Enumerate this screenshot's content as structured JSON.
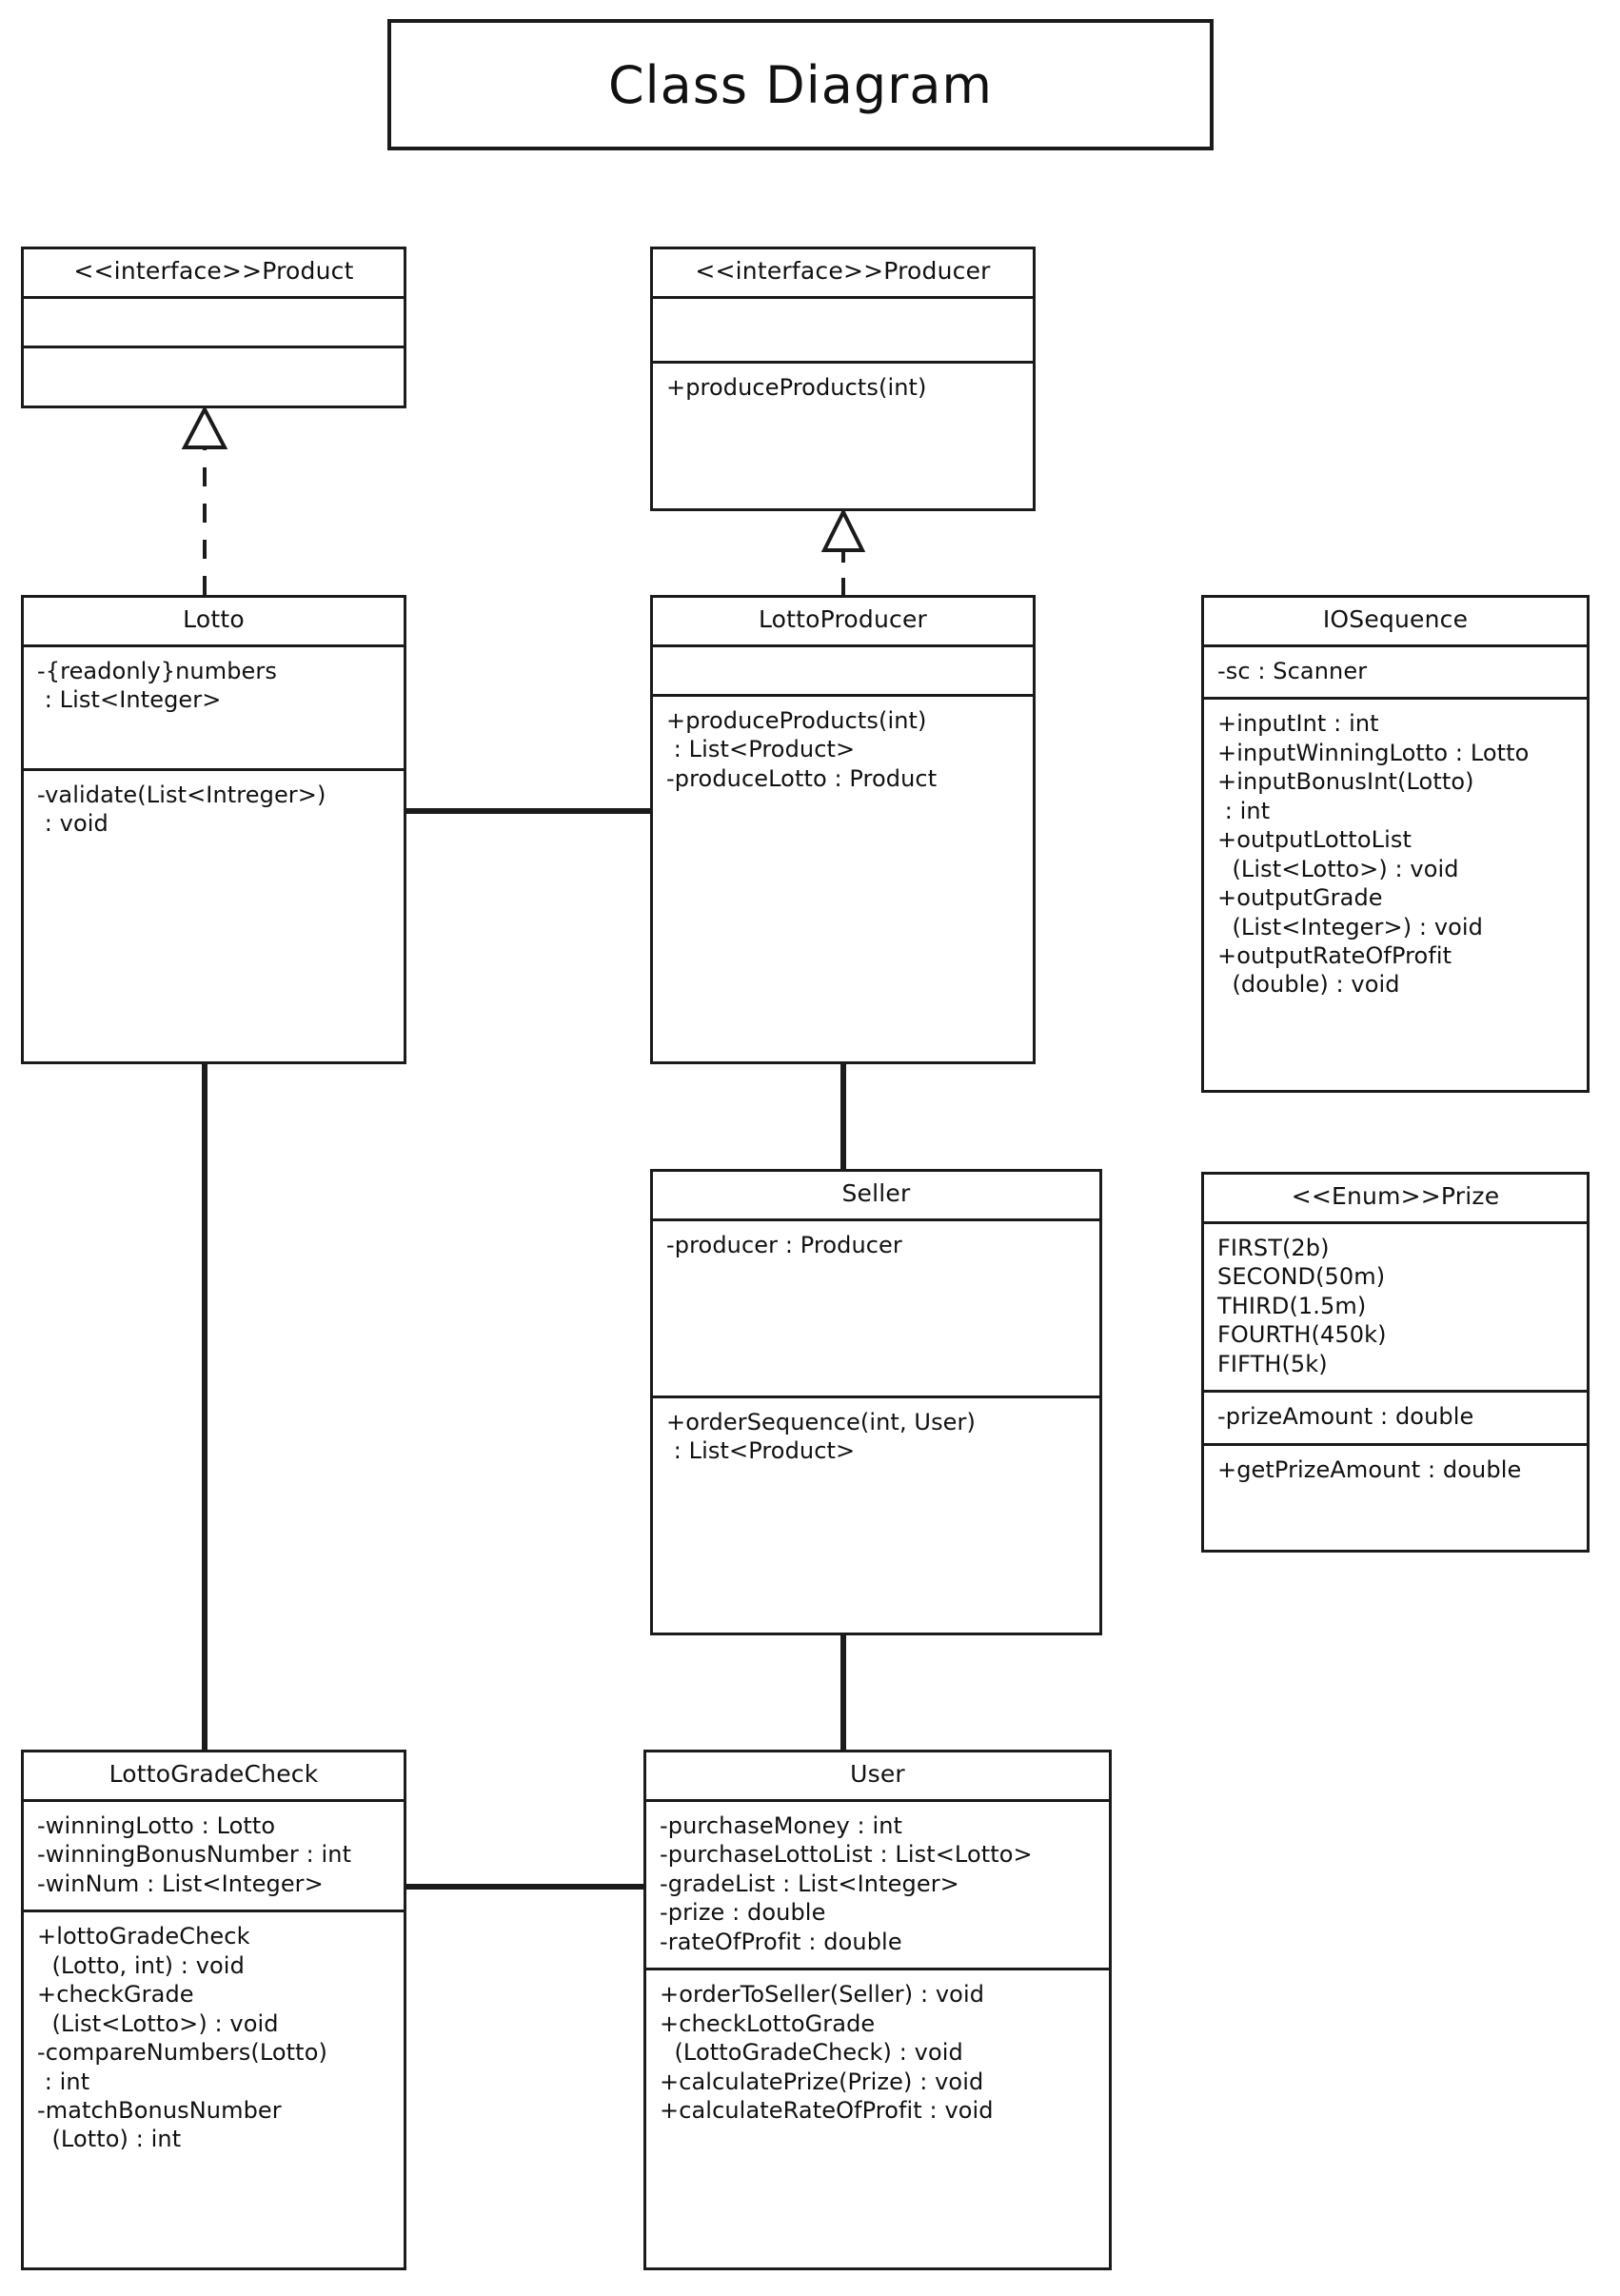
{
  "diagram": {
    "title": "Class Diagram",
    "stroke_color": "#1b1b1b",
    "background_color": "#ffffff",
    "text_color": "#111111"
  },
  "classes": {
    "product": {
      "name": "<<interface>>Product",
      "attributes": [],
      "operations": []
    },
    "producer": {
      "name": "<<interface>>Producer",
      "attributes": [],
      "operations": [
        "+produceProducts(int)"
      ]
    },
    "lotto": {
      "name": "Lotto",
      "attributes": [
        "-{readonly}numbers",
        " : List<Integer>"
      ],
      "operations": [
        "-validate(List<Intreger>)",
        " : void"
      ]
    },
    "lotto_producer": {
      "name": "LottoProducer",
      "attributes": [],
      "operations": [
        "+produceProducts(int)",
        " : List<Product>",
        "-produceLotto : Product"
      ]
    },
    "io_sequence": {
      "name": "IOSequence",
      "attributes": [
        "-sc : Scanner"
      ],
      "operations": [
        "+inputInt : int",
        "+inputWinningLotto : Lotto",
        "+inputBonusInt(Lotto)",
        " : int",
        "+outputLottoList",
        "  (List<Lotto>) : void",
        "+outputGrade",
        "  (List<Integer>) : void",
        "+outputRateOfProfit",
        "  (double) : void"
      ]
    },
    "seller": {
      "name": "Seller",
      "attributes": [
        "-producer : Producer"
      ],
      "operations": [
        "+orderSequence(int, User)",
        " : List<Product>"
      ]
    },
    "prize": {
      "name": "<<Enum>>Prize",
      "literals": [
        "FIRST(2b)",
        "SECOND(50m)",
        "THIRD(1.5m)",
        "FOURTH(450k)",
        "FIFTH(5k)"
      ],
      "attributes": [
        "-prizeAmount : double"
      ],
      "operations": [
        "+getPrizeAmount : double"
      ]
    },
    "lotto_grade_check": {
      "name": "LottoGradeCheck",
      "attributes": [
        "-winningLotto : Lotto",
        "-winningBonusNumber : int",
        "-winNum : List<Integer>"
      ],
      "operations": [
        "+lottoGradeCheck",
        "  (Lotto, int) : void",
        "+checkGrade",
        "  (List<Lotto>) : void",
        "-compareNumbers(Lotto)",
        " : int",
        "-matchBonusNumber",
        "  (Lotto) : int"
      ]
    },
    "user": {
      "name": "User",
      "attributes": [
        "-purchaseMoney : int",
        "-purchaseLottoList : List<Lotto>",
        "-gradeList : List<Integer>",
        "-prize : double",
        "-rateOfProfit : double"
      ],
      "operations": [
        "+orderToSeller(Seller) : void",
        "+checkLottoGrade",
        "  (LottoGradeCheck) : void",
        "+calculatePrize(Prize) : void",
        "+calculateRateOfProfit : void"
      ]
    }
  },
  "relationships": [
    {
      "id": "lotto-realizes-product",
      "type": "realization",
      "from": "lotto",
      "to": "product",
      "style": "dashed",
      "arrowhead": "hollow-triangle"
    },
    {
      "id": "lottoproducer-realizes-producer",
      "type": "realization",
      "from": "lotto_producer",
      "to": "producer",
      "style": "dashed",
      "arrowhead": "hollow-triangle"
    },
    {
      "id": "lotto-lottoproducer",
      "type": "association",
      "from": "lotto",
      "to": "lotto_producer",
      "style": "solid",
      "arrowhead": "none"
    },
    {
      "id": "lottoproducer-seller",
      "type": "association",
      "from": "lotto_producer",
      "to": "seller",
      "style": "solid",
      "arrowhead": "none"
    },
    {
      "id": "lotto-lottogradecheck",
      "type": "association",
      "from": "lotto",
      "to": "lotto_grade_check",
      "style": "solid",
      "arrowhead": "none"
    },
    {
      "id": "seller-user",
      "type": "association",
      "from": "seller",
      "to": "user",
      "style": "solid",
      "arrowhead": "none"
    },
    {
      "id": "lottogradecheck-user",
      "type": "association",
      "from": "lotto_grade_check",
      "to": "user",
      "style": "solid",
      "arrowhead": "none"
    }
  ]
}
